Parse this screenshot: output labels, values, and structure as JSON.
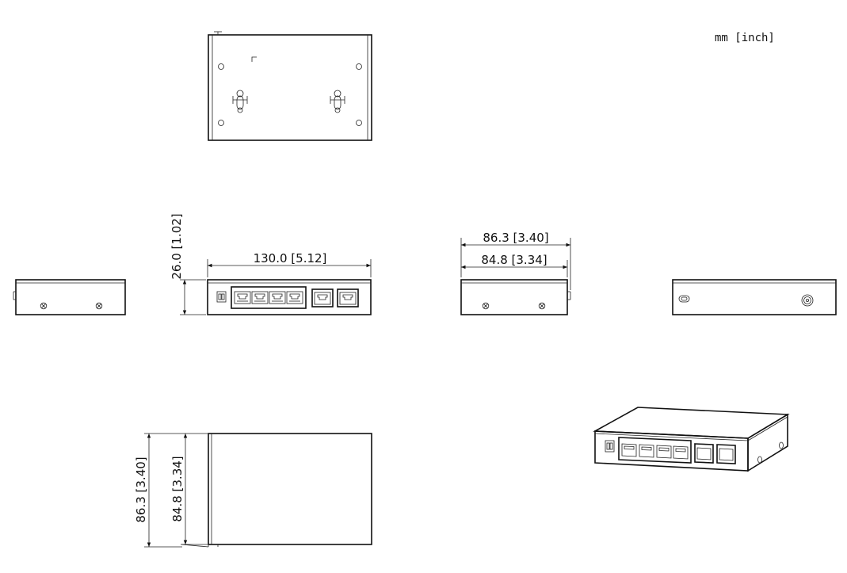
{
  "units_label": "mm [inch]",
  "dimensions": {
    "front_width": "130.0  [5.12]",
    "front_height": "26.0  [1.02]",
    "side_depth_outer": "86.3  [3.40]",
    "side_depth_inner": "84.8  [3.34]",
    "bottom_depth_outer": "86.3  [3.40]",
    "bottom_depth_inner": "84.8  [3.34]"
  }
}
